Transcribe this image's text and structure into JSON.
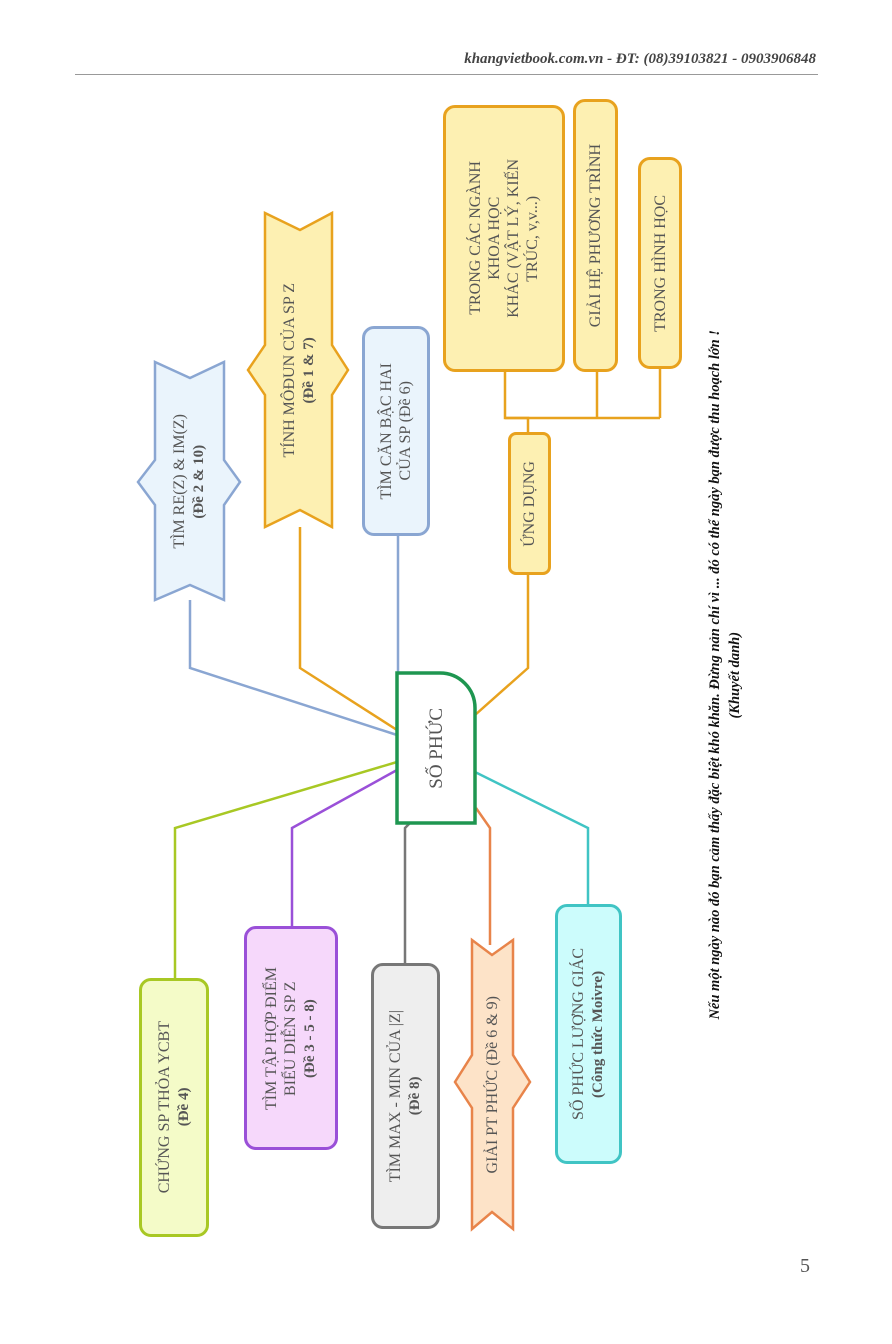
{
  "header": {
    "text": "khangvietbook.com.vn - ĐT: (08)39103821 - 0903906848"
  },
  "center": {
    "label": "SỐ PHỨC"
  },
  "top_nodes": [
    {
      "title": "TÌM RE(Z) & IM(Z)",
      "sub": "(Đề 2 & 10)"
    },
    {
      "title": "TÍNH MÔĐUN CỦA SP Z",
      "sub": "(Đề 1 & 7)"
    },
    {
      "title": "TÌM CĂN BẬC HAI\nCỦA SP (Đề 6)",
      "sub": ""
    },
    {
      "title": "ỨNG DỤNG",
      "sub": ""
    }
  ],
  "applications": [
    {
      "title": "TRONG CÁC NGÀNH\nKHOA HỌC\nKHÁC (VẬT LÝ, KIẾN\nTRÚC, v,v...)"
    },
    {
      "title": "GIẢI HỆ PHƯƠNG TRÌNH"
    },
    {
      "title": "TRONG HÌNH HỌC"
    }
  ],
  "bottom_nodes": [
    {
      "title": "CHỨNG SP THỎA YCBT",
      "sub": "(Đề 4)"
    },
    {
      "title": "TÌM TẬP HỢP ĐIỂM\nBIỂU DIỄN SP Z",
      "sub": "(Đề 3 - 5 - 8)"
    },
    {
      "title": "TÌM MAX - MIN CỦA |Z|",
      "sub": "(Đề 8)"
    },
    {
      "title": "GIẢI PT PHỨC (Đề 6 & 9)",
      "sub": ""
    },
    {
      "title": "SỐ PHỨC LƯỢNG GIÁC",
      "sub": "(Công thức Moivre)"
    }
  ],
  "quote": {
    "line1": "Nếu một ngày nào đó bạn cảm thấy đặc biệt khó khăn. Đừng nản chí vì ... đó có thể ngày bạn được thu hoạch lớn !",
    "line2": "(Khuyết danh)"
  },
  "page_number": "5",
  "colors": {
    "green": "#1e9650",
    "blue": "#8aa6d2",
    "yellow": "#e8a21e",
    "orange": "#e8844a",
    "purple": "#9a50d8",
    "gray": "#777777",
    "cyan": "#40c4c4",
    "lime": "#a8c824"
  }
}
